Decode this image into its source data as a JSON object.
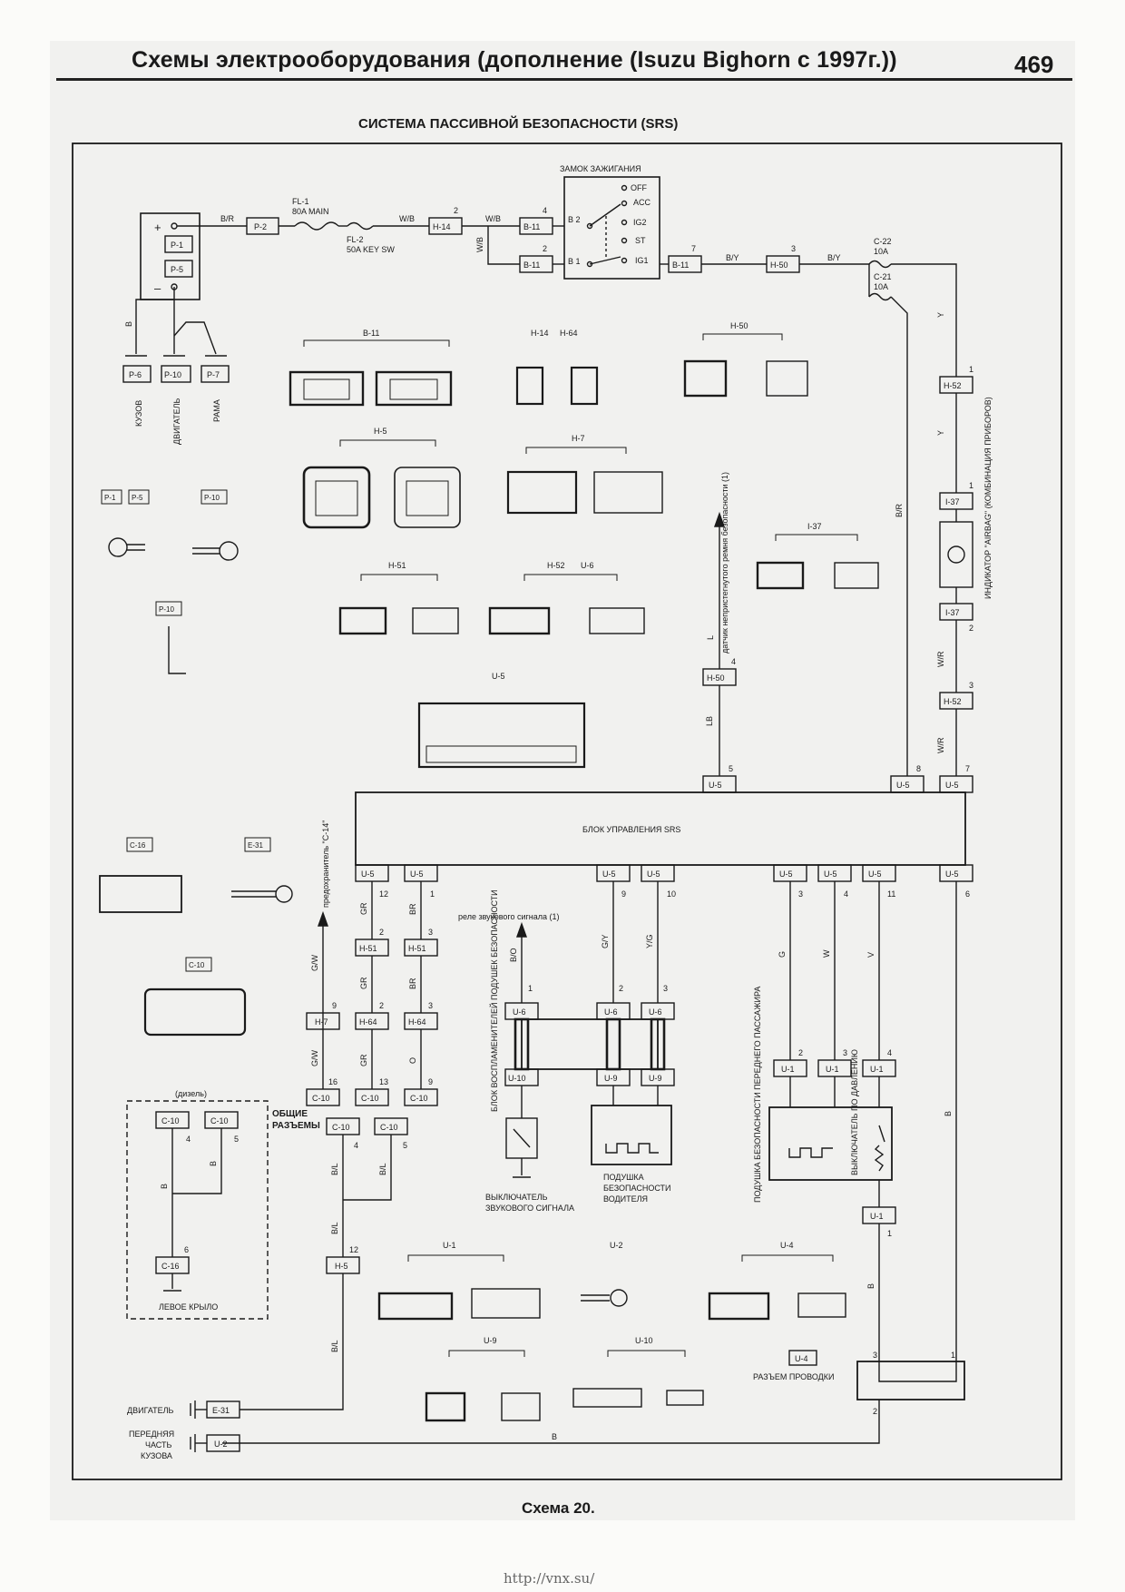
{
  "page": {
    "header_title": "Схемы электрооборудования (дополнение (Isuzu Bighorn с 1997г.))",
    "page_number": "469",
    "subtitle": "СИСТЕМА ПАССИВНОЙ БЕЗОПАСНОСТИ (SRS)",
    "caption": "Схема 20.",
    "footer_url": "http://vnx.su/"
  },
  "labels": {
    "ignition_switch": "ЗАМОК ЗАЖИГАНИЯ",
    "off": "OFF",
    "acc": "ACC",
    "ig2": "IG2",
    "st": "ST",
    "ig1": "IG1",
    "b2": "B 2",
    "b1": "B 1",
    "fl1": "FL-1",
    "fl1_rating": "80A MAIN",
    "fl2": "FL-2",
    "fl2_rating": "50A KEY SW",
    "c22": "C-22",
    "c22_rating": "10A",
    "c21": "C-21",
    "c21_rating": "10A",
    "plus": "+",
    "minus": "–",
    "kuzov": "КУЗОВ",
    "dvigatel_v": "ДВИГАТЕЛЬ",
    "rama": "РАМА",
    "srs_unit": "БЛОК УПРАВЛЕНИЯ SRS",
    "belt_sensor": "датчик непристегнутого ремня безопасности (1)",
    "airbag_indicator": "ИНДИКАТОР \"AIRBAG\" (КОМБИНАЦИЯ ПРИБОРОВ)",
    "fuse_c14": "предохранитель \"C-14\"",
    "horn_relay": "реле звукового сигнала (1)",
    "squib_block": "БЛОК ВОСПЛАМЕНИТЕЛЕЙ ПОДУШЕК БЕЗОПАСНОСТИ",
    "horn_switch_1": "ВЫКЛЮЧАТЕЛЬ",
    "horn_switch_2": "ЗВУКОВОГО СИГНАЛА",
    "driver_airbag_1": "ПОДУШКА",
    "driver_airbag_2": "БЕЗОПАСНОСТИ",
    "driver_airbag_3": "ВОДИТЕЛЯ",
    "pass_airbag": "ПОДУШКА БЕЗОПАСНОСТИ ПЕРЕДНЕГО ПАССАЖИРА",
    "pressure_switch": "ВЫКЛЮЧАТЕЛЬ ПО ДАВЛЕНИЮ",
    "diesel": "(дизель)",
    "common_connectors_1": "ОБЩИЕ",
    "common_connectors_2": "РАЗЪЕМЫ",
    "left_fender": "ЛЕВОЕ КРЫЛО",
    "engine_ground": "ДВИГАТЕЛЬ",
    "front_body_1": "ПЕРЕДНЯЯ",
    "front_body_2": "ЧАСТЬ",
    "front_body_3": "КУЗОВА",
    "wiring_connector": "РАЗЪЕМ ПРОВОДКИ"
  },
  "connectors": {
    "p1": "P-1",
    "p2": "P-2",
    "p5": "P-5",
    "p6": "P-6",
    "p7": "P-7",
    "p10": "P-10",
    "h5": "H-5",
    "h7": "H-7",
    "h14": "H-14",
    "h50": "H-50",
    "h51": "H-51",
    "h52": "H-52",
    "h64": "H-64",
    "b11": "B-11",
    "i37": "I-37",
    "u1": "U-1",
    "u2": "U-2",
    "u4": "U-4",
    "u5": "U-5",
    "u6": "U-6",
    "u9": "U-9",
    "u10": "U-10",
    "c10": "C-10",
    "c16": "C-16",
    "e31": "E-31"
  },
  "wires": {
    "br": "B/R",
    "wb": "W/B",
    "by": "B/Y",
    "b": "B",
    "y": "Y",
    "wr": "W/R",
    "l": "L",
    "lb": "LB",
    "gr": "GR",
    "bvr": "BR",
    "gw": "G/W",
    "o": "O",
    "bo": "B/O",
    "gy": "G/Y",
    "yg": "Y/G",
    "g": "G",
    "w": "W",
    "v": "V",
    "bl": "B/L"
  },
  "pins": {
    "n1": "1",
    "n2": "2",
    "n3": "3",
    "n4": "4",
    "n5": "5",
    "n6": "6",
    "n7": "7",
    "n8": "8",
    "n9": "9",
    "n10": "10",
    "n11": "11",
    "n12": "12",
    "n13": "13",
    "n16": "16"
  }
}
